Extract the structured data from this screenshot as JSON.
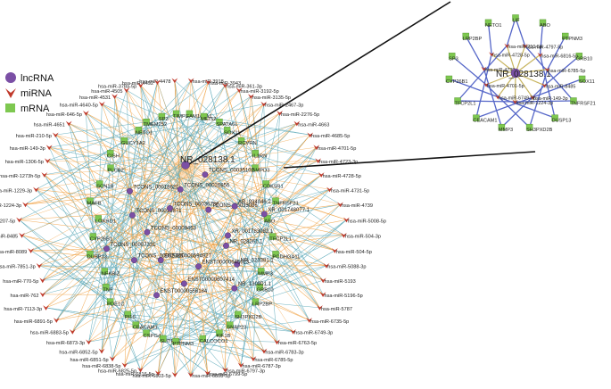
{
  "legend": {
    "items": [
      {
        "label": "lncRNA",
        "shape": "circle",
        "color": "#7b4fa5"
      },
      {
        "label": "miRNA",
        "shape": "v",
        "color": "#c0392b"
      },
      {
        "label": "mRNA",
        "shape": "square",
        "color": "#7ec850"
      }
    ]
  },
  "colors": {
    "edge_orange": "#f0a040",
    "edge_teal": "#5aa8b8",
    "edge_blue": "#5566c8",
    "callout_line": "#111111"
  },
  "main_network": {
    "central_label": "NR_028138.1",
    "lncrna_labels": [
      "NR_028261.1",
      "NR_023381.1",
      "NR_130801.1",
      "ENST00000645023",
      "ENST00000607414",
      "ENST00000556184",
      "ENST00000594927",
      "TCONS_00002186",
      "TCONS_00007331",
      "TCONS_00009463",
      "TCONS_00015871",
      "TCONS_00018621",
      "TCONS_00036738",
      "TCONS_00026856",
      "TCONS_00035102",
      "TCONS_00033086",
      "XR_934046.2",
      "XR_001748077.1",
      "XR_001783082.1"
    ],
    "mrna_labels": [
      "TIMP3",
      "FAM160A1",
      "SP3",
      "MEIS2",
      "TMEM252",
      "SPATA6L",
      "NETO1",
      "SOX11",
      "GUCY1A2",
      "RCVRN",
      "CISH",
      "IL1RN",
      "PLCB2",
      "SMPD3",
      "SCN1B",
      "CDK5R1",
      "MAFB",
      "TNFRSF21",
      "LOXHD1",
      "ABO",
      "CYP26B1",
      "TFCP2L1",
      "DUSP13",
      "PCDHGA11",
      "NFKBIZ",
      "MMP3",
      "TNF",
      "GRB10",
      "PDE1C",
      "LRP2BP",
      "PI16",
      "SH3PXD2B",
      "CEACAM1",
      "SNAP23",
      "CSPG4",
      "KIF1B",
      "SLITRK2",
      "CALCOCO1",
      "PTPNM3"
    ],
    "mirna_labels": [
      "hsa-miR-4478",
      "hsa-miR-3918",
      "hsa-miR-4492",
      "hsa-miR-3943",
      "hsa-miR-378a-5p",
      "hsa-miR-361-3p",
      "hsa-miR-4505",
      "hsa-miR-3192-5p",
      "hsa-miR-4531",
      "hsa-miR-3135-5p",
      "hsa-miR-4640-5p",
      "hsa-miR-2467-3p",
      "hsa-miR-646-5p",
      "hsa-miR-2276-5p",
      "hsa-miR-4651",
      "hsa-miR-4663",
      "hsa-miR-210-5p",
      "hsa-miR-4685-5p",
      "hsa-miR-149-3p",
      "hsa-miR-4701-5p",
      "hsa-miR-1306-5p",
      "hsa-miR-4723-3p",
      "hsa-miR-1273h-5p",
      "hsa-miR-4728-5p",
      "hsa-miR-1229-3p",
      "hsa-miR-4731-5p",
      "hsa-miR-1224-3p",
      "hsa-miR-4739",
      "hsa-miR-1207-5p",
      "hsa-miR-5008-5p",
      "hsa-miR-8485",
      "hsa-miR-504-3p",
      "hsa-miR-8089",
      "hsa-miR-504-5p",
      "hsa-miR-7851-3p",
      "hsa-miR-5088-3p",
      "hsa-miR-770-5p",
      "hsa-miR-5193",
      "hsa-miR-762",
      "hsa-miR-5196-5p",
      "hsa-miR-7113-3p",
      "hsa-miR-5787",
      "hsa-miR-6891-5p",
      "hsa-miR-6735-5p",
      "hsa-miR-6883-5p",
      "hsa-miR-6749-3p",
      "hsa-miR-6873-3p",
      "hsa-miR-6763-5p",
      "hsa-miR-6852-5p",
      "hsa-miR-6783-3p",
      "hsa-miR-6851-5p",
      "hsa-miR-6785-5p",
      "hsa-miR-6838-5p",
      "hsa-miR-6787-3p",
      "hsa-miR-6825-5p",
      "hsa-miR-6797-3p",
      "hsa-miR-6816-5p",
      "hsa-miR-6799-5p",
      "hsa-miR-6803-5p",
      "hsa-miR-6808-5p"
    ]
  },
  "inset_network": {
    "central_label": "NR_028138.1",
    "mrna_labels": [
      "LIF",
      "ABO",
      "PTPNM3",
      "GRB10",
      "SOX11",
      "TNFRSF21",
      "DUSP13",
      "SH3PXD2B",
      "MMP3",
      "CEACAM1",
      "TFCP2L1",
      "CYP26B1",
      "SP3",
      "LRP2BP",
      "NETO1"
    ],
    "mirna_labels": [
      "hsa-miR-4797-5p",
      "hsa-miR-6816-5p",
      "hsa-miR-6785-5p",
      "hsa-miR-8485",
      "hsa-miR-149-3p",
      "hsa-miR-1224-3p",
      "hsa-miR-6749-3p",
      "hsa-miR-4701-5p",
      "hsa-miR-4739",
      "hsa-miR-4728-5p",
      "hsa-miR-210-5p"
    ]
  }
}
